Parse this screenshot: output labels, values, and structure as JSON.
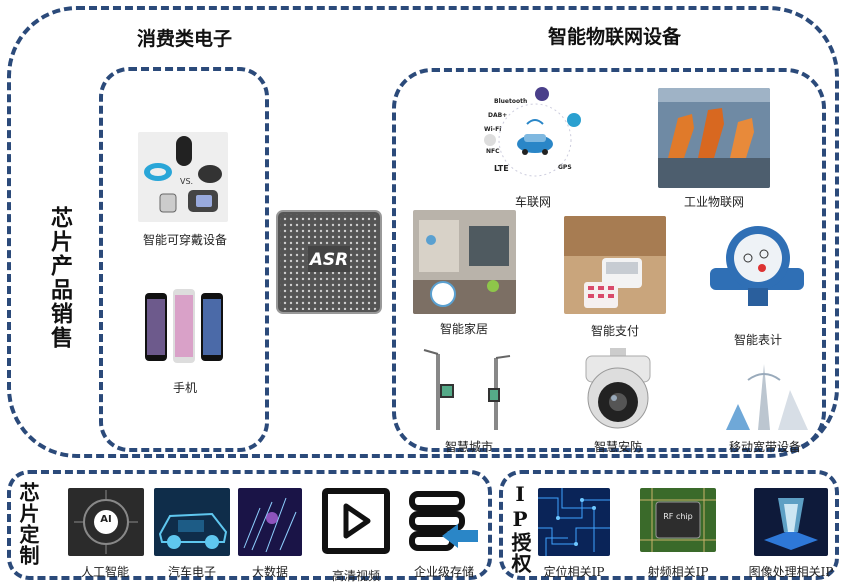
{
  "sections": {
    "consumer_title": "消费类电子",
    "iot_title": "智能物联网设备",
    "chip_sales": "芯片产品销售",
    "chip_custom": "芯片定制",
    "ip_license": "IP授权"
  },
  "chip_logo": "ASR",
  "consumer": [
    {
      "label": "智能可穿戴设备"
    },
    {
      "label": "手机"
    }
  ],
  "iot": [
    {
      "label": "车联网"
    },
    {
      "label": "工业物联网"
    },
    {
      "label": "智能家居"
    },
    {
      "label": "智能支付"
    },
    {
      "label": "智能表计"
    },
    {
      "label": "智慧城市"
    },
    {
      "label": "智慧安防"
    },
    {
      "label": "移动宽带设备"
    }
  ],
  "custom": [
    {
      "label": "人工智能"
    },
    {
      "label": "汽车电子"
    },
    {
      "label": "大数据"
    },
    {
      "label": "高清视频"
    },
    {
      "label": "企业级存储"
    }
  ],
  "ip": [
    {
      "label": "定位相关IP"
    },
    {
      "label": "射频相关IP"
    },
    {
      "label": "图像处理相关IP"
    }
  ],
  "icons": {
    "car_network": [
      "Bluetooth",
      "DAB+",
      "Wi-Fi",
      "NFC",
      "LTE",
      "GPS"
    ],
    "rf_chip": "RF chip",
    "ai_chip": "AI"
  },
  "colors": {
    "frame": "#2b4a7a",
    "video_icon": "#111111",
    "storage_arrow": "#2a86c7"
  }
}
